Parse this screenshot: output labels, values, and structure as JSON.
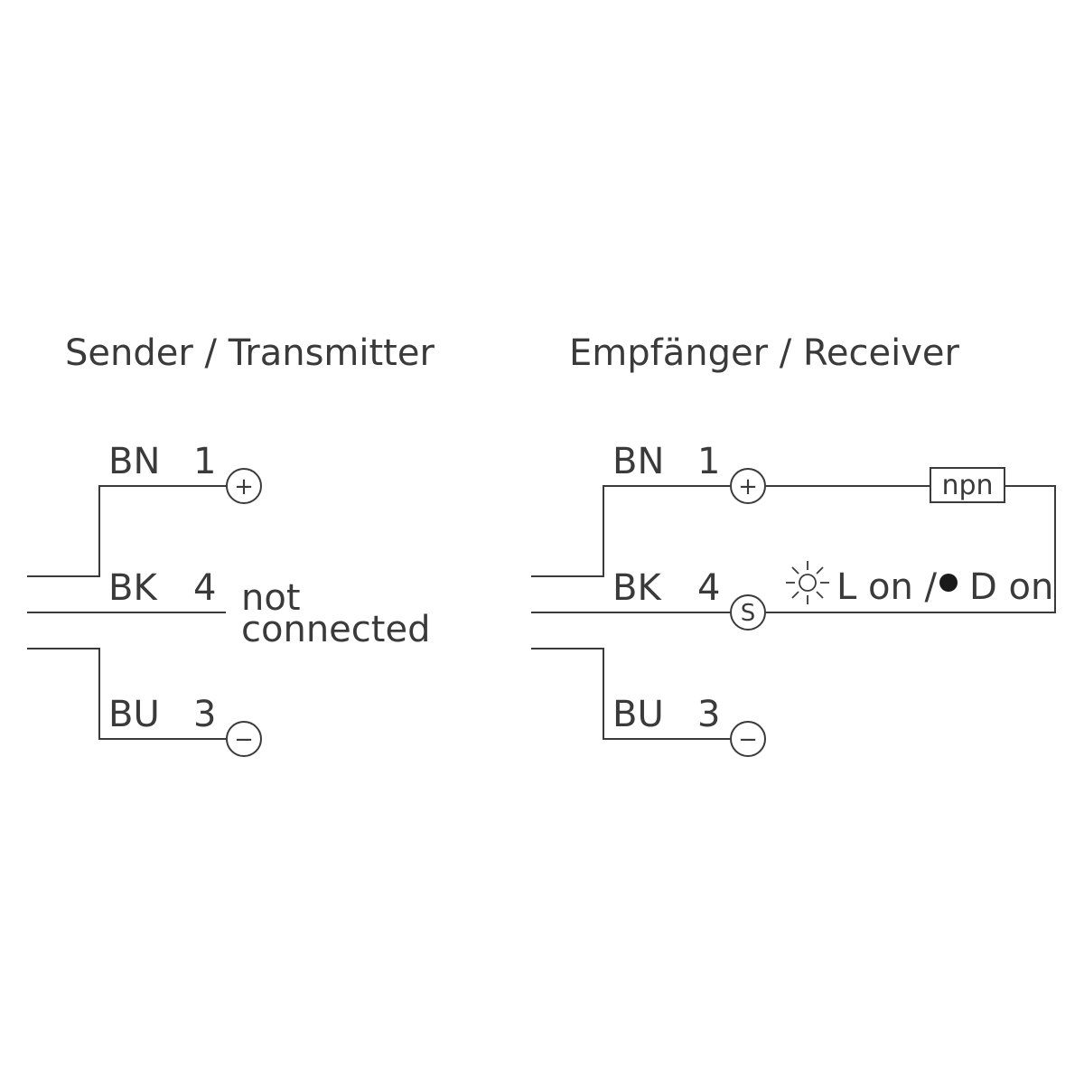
{
  "transmitter": {
    "title": "Sender / Transmitter",
    "wires": [
      {
        "code": "BN",
        "pin": "1",
        "terminal": "+"
      },
      {
        "code": "BK",
        "pin": "4"
      },
      {
        "code": "BU",
        "pin": "3",
        "terminal": "−"
      }
    ],
    "note_line1": "not",
    "note_line2": "connected"
  },
  "receiver": {
    "title": "Empfänger / Receiver",
    "wires": [
      {
        "code": "BN",
        "pin": "1",
        "terminal": "+"
      },
      {
        "code": "BK",
        "pin": "4",
        "terminal": "S"
      },
      {
        "code": "BU",
        "pin": "3",
        "terminal": "−"
      }
    ],
    "output_type": "npn",
    "light_on_label": "L on /",
    "dark_on_label": "D on"
  },
  "colors": {
    "line": "#3a3a3a",
    "background": "#ffffff"
  },
  "icons": {
    "light_on": "sun-icon",
    "dark_on": "filled-circle-icon"
  }
}
